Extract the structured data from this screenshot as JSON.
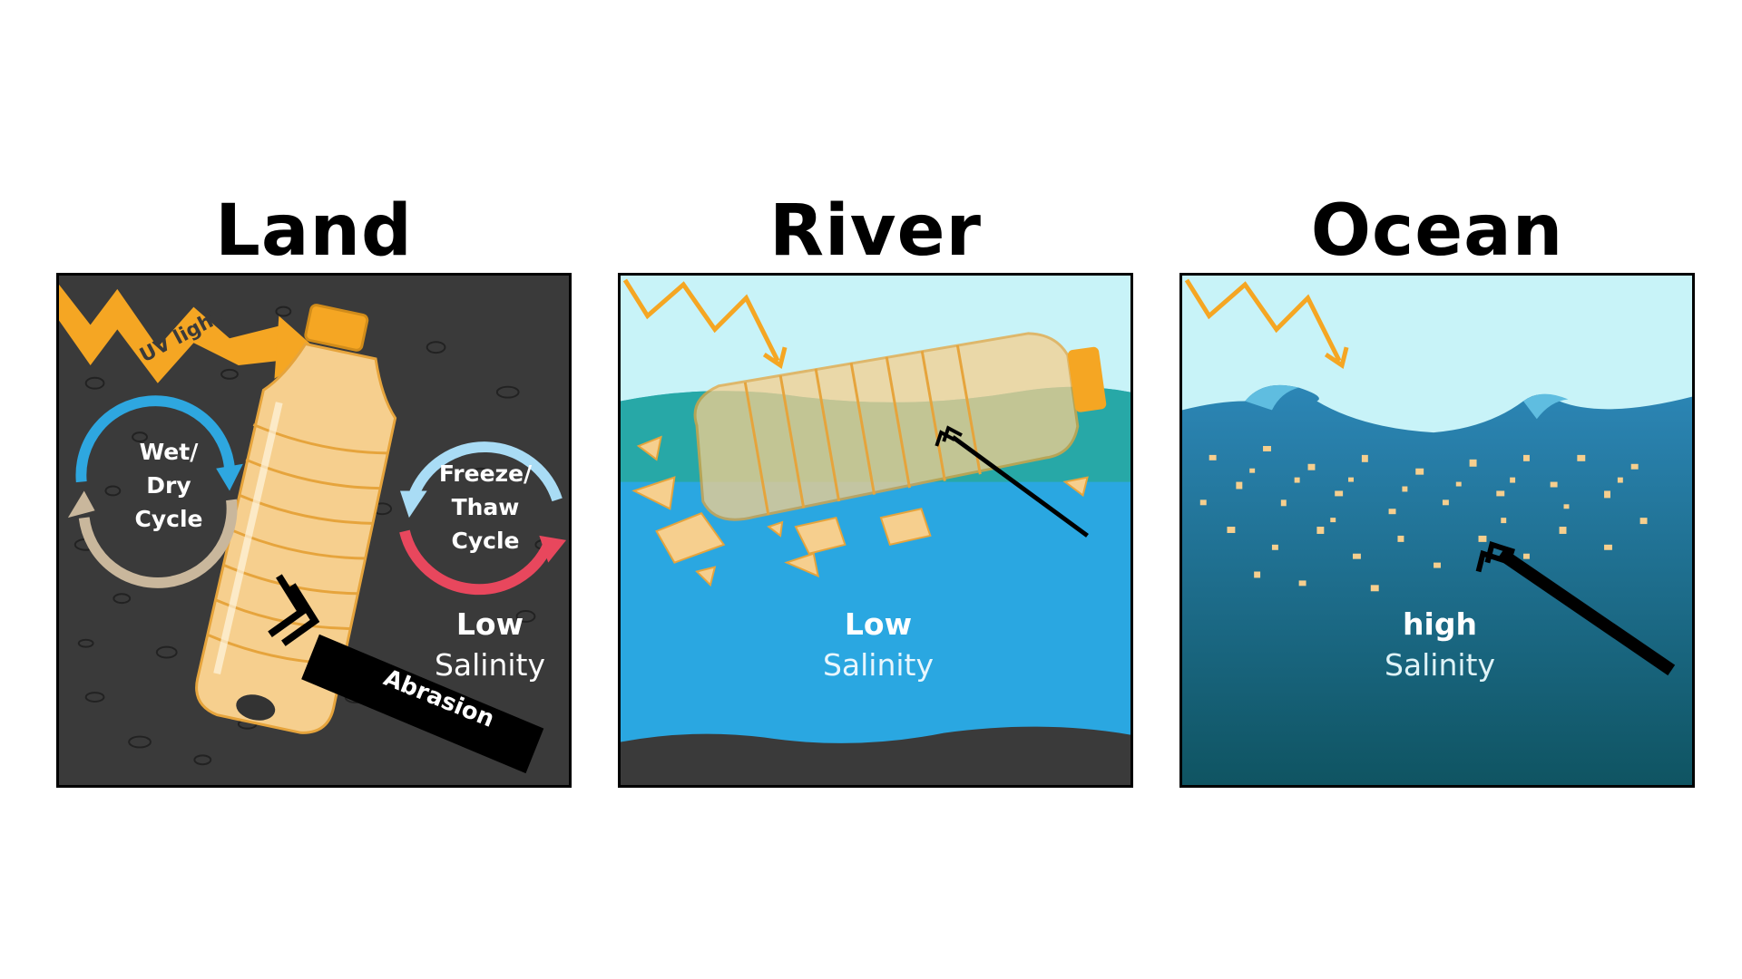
{
  "panels": {
    "land": {
      "title": "Land",
      "uv_label": "UV light",
      "cycle1": [
        "Wet/",
        "Dry",
        "Cycle"
      ],
      "cycle2": [
        "Freeze/",
        "Thaw",
        "Cycle"
      ],
      "salinity_level": "Low",
      "salinity_word": "Salinity",
      "abrasion_label": "Abrasion"
    },
    "river": {
      "title": "River",
      "salinity_level": "Low",
      "salinity_word": "Salinity"
    },
    "ocean": {
      "title": "Ocean",
      "salinity_level": "high",
      "salinity_word": "Salinity"
    }
  },
  "colors": {
    "ground": "#3a3a3a",
    "uv": "#f5a623",
    "bottle": "#f6cf8e",
    "wet_dry": "#2ea7e0",
    "freeze_thaw": "#a9dcf5",
    "heat": "#e8475d",
    "dry": "#c9b79c",
    "sky": "#c8f3f8",
    "river_water": "#2aa7e1",
    "ocean_water": "#1d6c8a"
  }
}
